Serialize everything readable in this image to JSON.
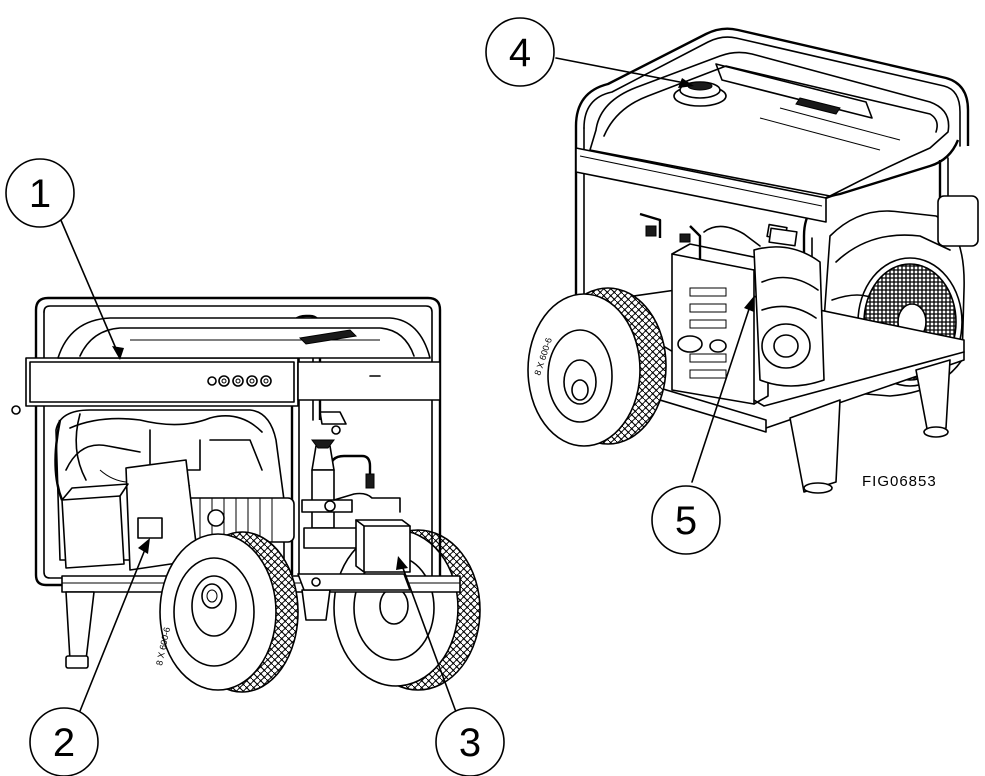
{
  "figure_code": "FIG06853",
  "tire_label": "8 X 600-6",
  "callouts": [
    {
      "id": "1",
      "label": "1"
    },
    {
      "id": "2",
      "label": "2"
    },
    {
      "id": "3",
      "label": "3"
    },
    {
      "id": "4",
      "label": "4"
    },
    {
      "id": "5",
      "label": "5"
    }
  ],
  "colors": {
    "line": "#000000",
    "background": "#ffffff"
  }
}
